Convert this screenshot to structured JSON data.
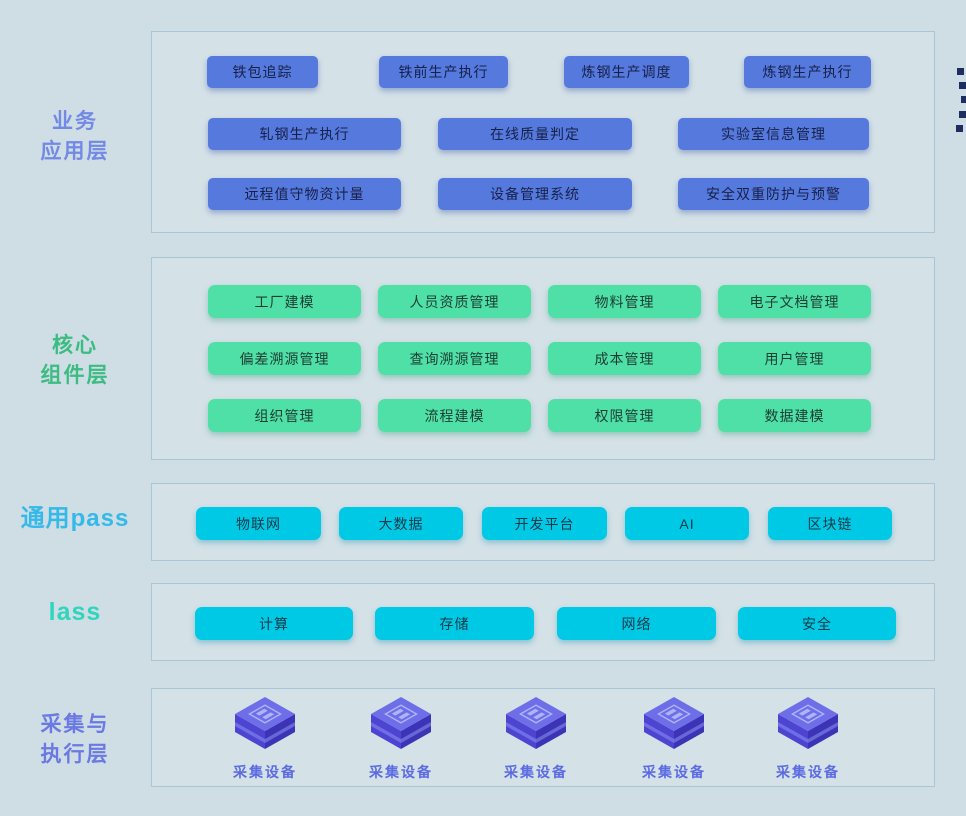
{
  "colors": {
    "background": "#cfdde4",
    "box_border": "#a9c6d7",
    "button_blue": "#5679de",
    "button_green": "#4ee0a6",
    "button_cyan": "#00c9e6",
    "label_business": "#7289e6",
    "label_core": "#3cbc83",
    "label_paas": "#35b9e8",
    "label_iaas": "#2fd5bd",
    "label_collect": "#6b79e3",
    "device_label": "#5b6be2",
    "edge_dots": "#1d2d62"
  },
  "layers": [
    {
      "id": "business-application",
      "label_lines": {
        "0": "业务",
        "1": "应用层"
      },
      "rows": [
        [
          "铁包追踪",
          "铁前生产执行",
          "炼钢生产调度",
          "炼钢生产执行"
        ],
        [
          "轧钢生产执行",
          "在线质量判定",
          "实验室信息管理"
        ],
        [
          "远程值守物资计量",
          "设备管理系统",
          "安全双重防护与预警"
        ]
      ]
    },
    {
      "id": "core-components",
      "label_lines": {
        "0": "核心",
        "1": "组件层"
      },
      "rows": [
        [
          "工厂建模",
          "人员资质管理",
          "物料管理",
          "电子文档管理"
        ],
        [
          "偏差溯源管理",
          "查询溯源管理",
          "成本管理",
          "用户管理"
        ],
        [
          "组织管理",
          "流程建模",
          "权限管理",
          "数据建模"
        ]
      ]
    },
    {
      "id": "common-paas",
      "label_lines": {
        "0": "通用pass"
      },
      "rows": [
        [
          "物联网",
          "大数据",
          "开发平台",
          "AI",
          "区块链"
        ]
      ]
    },
    {
      "id": "iaas",
      "label_lines": {
        "0": "lass"
      },
      "rows": [
        [
          "计算",
          "存储",
          "网络",
          "安全"
        ]
      ]
    },
    {
      "id": "collection-execution",
      "label_lines": {
        "0": "采集与",
        "1": "执行层"
      },
      "devices": [
        "采集设备",
        "采集设备",
        "采集设备",
        "采集设备",
        "采集设备"
      ]
    }
  ]
}
